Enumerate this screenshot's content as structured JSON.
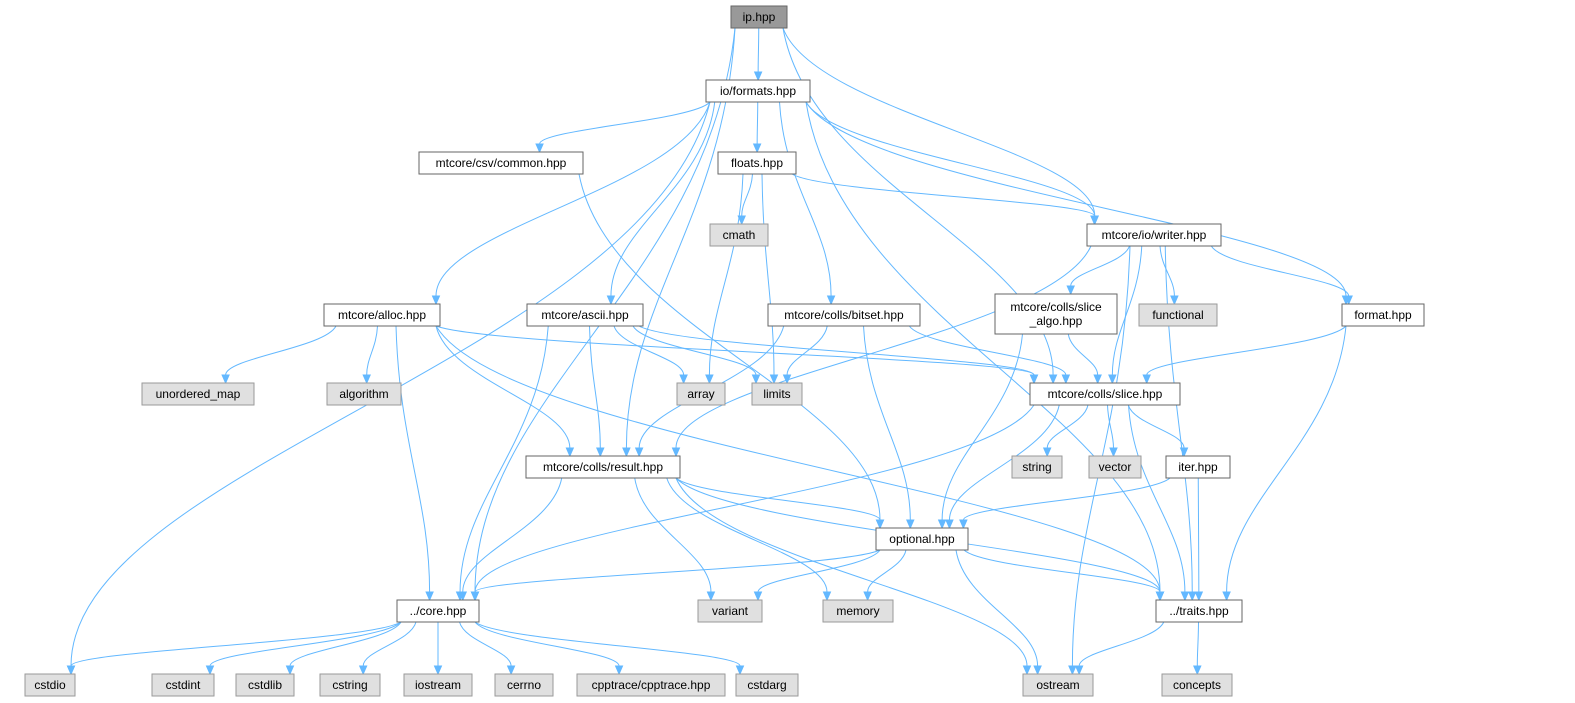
{
  "diagram": {
    "colors": {
      "edge": "#63b8ff",
      "root_fill": "#999999",
      "local_fill": "#ffffff",
      "local_border": "#666666",
      "system_fill": "#e0e0e0",
      "system_border": "#999999",
      "text": "#000000"
    },
    "nodes": [
      {
        "id": "ip",
        "label": "ip.hpp",
        "kind": "root"
      },
      {
        "id": "formats",
        "label": "io/formats.hpp",
        "kind": "local"
      },
      {
        "id": "csvcommon",
        "label": "mtcore/csv/common.hpp",
        "kind": "local"
      },
      {
        "id": "floats",
        "label": "floats.hpp",
        "kind": "local"
      },
      {
        "id": "cmath",
        "label": "cmath",
        "kind": "system"
      },
      {
        "id": "writer",
        "label": "mtcore/io/writer.hpp",
        "kind": "local"
      },
      {
        "id": "alloc",
        "label": "mtcore/alloc.hpp",
        "kind": "local"
      },
      {
        "id": "ascii",
        "label": "mtcore/ascii.hpp",
        "kind": "local"
      },
      {
        "id": "bitset",
        "label": "mtcore/colls/bitset.hpp",
        "kind": "local"
      },
      {
        "id": "slicealgo",
        "label": [
          "mtcore/colls/slice",
          "_algo.hpp"
        ],
        "kind": "local"
      },
      {
        "id": "functional",
        "label": "functional",
        "kind": "system"
      },
      {
        "id": "format",
        "label": "format.hpp",
        "kind": "local"
      },
      {
        "id": "unordered_map",
        "label": "unordered_map",
        "kind": "system"
      },
      {
        "id": "algorithm",
        "label": "algorithm",
        "kind": "system"
      },
      {
        "id": "array",
        "label": "array",
        "kind": "system"
      },
      {
        "id": "limits",
        "label": "limits",
        "kind": "system"
      },
      {
        "id": "slice",
        "label": "mtcore/colls/slice.hpp",
        "kind": "local"
      },
      {
        "id": "result",
        "label": "mtcore/colls/result.hpp",
        "kind": "local"
      },
      {
        "id": "string",
        "label": "string",
        "kind": "system"
      },
      {
        "id": "vector",
        "label": "vector",
        "kind": "system"
      },
      {
        "id": "iter",
        "label": "iter.hpp",
        "kind": "local"
      },
      {
        "id": "optional",
        "label": "optional.hpp",
        "kind": "local"
      },
      {
        "id": "core",
        "label": "../core.hpp",
        "kind": "local"
      },
      {
        "id": "variant",
        "label": "variant",
        "kind": "system"
      },
      {
        "id": "memory",
        "label": "memory",
        "kind": "system"
      },
      {
        "id": "traits",
        "label": "../traits.hpp",
        "kind": "local"
      },
      {
        "id": "cstdio",
        "label": "cstdio",
        "kind": "system"
      },
      {
        "id": "cstdint",
        "label": "cstdint",
        "kind": "system"
      },
      {
        "id": "cstdlib",
        "label": "cstdlib",
        "kind": "system"
      },
      {
        "id": "cstring",
        "label": "cstring",
        "kind": "system"
      },
      {
        "id": "iostream",
        "label": "iostream",
        "kind": "system"
      },
      {
        "id": "cerrno",
        "label": "cerrno",
        "kind": "system"
      },
      {
        "id": "cpptrace",
        "label": "cpptrace/cpptrace.hpp",
        "kind": "system"
      },
      {
        "id": "cstdarg",
        "label": "cstdarg",
        "kind": "system"
      },
      {
        "id": "ostream",
        "label": "ostream",
        "kind": "system"
      },
      {
        "id": "concepts",
        "label": "concepts",
        "kind": "system"
      }
    ],
    "edges": [
      {
        "from": "ip",
        "to": "formats"
      },
      {
        "from": "ip",
        "to": "writer"
      },
      {
        "from": "ip",
        "to": "slice"
      },
      {
        "from": "ip",
        "to": "result"
      },
      {
        "from": "ip",
        "to": "core"
      },
      {
        "from": "formats",
        "to": "csvcommon"
      },
      {
        "from": "formats",
        "to": "floats"
      },
      {
        "from": "formats",
        "to": "writer"
      },
      {
        "from": "formats",
        "to": "alloc"
      },
      {
        "from": "formats",
        "to": "ascii"
      },
      {
        "from": "formats",
        "to": "bitset"
      },
      {
        "from": "formats",
        "to": "format"
      },
      {
        "from": "formats",
        "to": "traits"
      },
      {
        "from": "formats",
        "to": "cstdio"
      },
      {
        "from": "csvcommon",
        "to": "optional"
      },
      {
        "from": "floats",
        "to": "cmath"
      },
      {
        "from": "floats",
        "to": "writer"
      },
      {
        "from": "floats",
        "to": "array"
      },
      {
        "from": "floats",
        "to": "limits"
      },
      {
        "from": "writer",
        "to": "slicealgo"
      },
      {
        "from": "writer",
        "to": "functional"
      },
      {
        "from": "writer",
        "to": "format"
      },
      {
        "from": "writer",
        "to": "slice"
      },
      {
        "from": "writer",
        "to": "result"
      },
      {
        "from": "writer",
        "to": "traits"
      },
      {
        "from": "writer",
        "to": "ostream"
      },
      {
        "from": "alloc",
        "to": "unordered_map"
      },
      {
        "from": "alloc",
        "to": "algorithm"
      },
      {
        "from": "alloc",
        "to": "slice"
      },
      {
        "from": "alloc",
        "to": "result"
      },
      {
        "from": "alloc",
        "to": "core"
      },
      {
        "from": "alloc",
        "to": "traits"
      },
      {
        "from": "ascii",
        "to": "array"
      },
      {
        "from": "ascii",
        "to": "limits"
      },
      {
        "from": "ascii",
        "to": "slice"
      },
      {
        "from": "ascii",
        "to": "result"
      },
      {
        "from": "ascii",
        "to": "core"
      },
      {
        "from": "bitset",
        "to": "limits"
      },
      {
        "from": "bitset",
        "to": "slice"
      },
      {
        "from": "bitset",
        "to": "result"
      },
      {
        "from": "bitset",
        "to": "optional"
      },
      {
        "from": "slicealgo",
        "to": "slice"
      },
      {
        "from": "slicealgo",
        "to": "optional"
      },
      {
        "from": "format",
        "to": "slice"
      },
      {
        "from": "format",
        "to": "traits"
      },
      {
        "from": "slice",
        "to": "string"
      },
      {
        "from": "slice",
        "to": "vector"
      },
      {
        "from": "slice",
        "to": "iter"
      },
      {
        "from": "slice",
        "to": "optional"
      },
      {
        "from": "slice",
        "to": "core"
      },
      {
        "from": "slice",
        "to": "traits"
      },
      {
        "from": "result",
        "to": "optional"
      },
      {
        "from": "result",
        "to": "core"
      },
      {
        "from": "result",
        "to": "variant"
      },
      {
        "from": "result",
        "to": "memory"
      },
      {
        "from": "result",
        "to": "traits"
      },
      {
        "from": "result",
        "to": "ostream"
      },
      {
        "from": "iter",
        "to": "optional"
      },
      {
        "from": "iter",
        "to": "traits"
      },
      {
        "from": "optional",
        "to": "core"
      },
      {
        "from": "optional",
        "to": "variant"
      },
      {
        "from": "optional",
        "to": "memory"
      },
      {
        "from": "optional",
        "to": "traits"
      },
      {
        "from": "optional",
        "to": "ostream"
      },
      {
        "from": "core",
        "to": "cstdio"
      },
      {
        "from": "core",
        "to": "cstdint"
      },
      {
        "from": "core",
        "to": "cstdlib"
      },
      {
        "from": "core",
        "to": "cstring"
      },
      {
        "from": "core",
        "to": "iostream"
      },
      {
        "from": "core",
        "to": "cerrno"
      },
      {
        "from": "core",
        "to": "cpptrace"
      },
      {
        "from": "core",
        "to": "cstdarg"
      },
      {
        "from": "traits",
        "to": "ostream"
      },
      {
        "from": "traits",
        "to": "concepts"
      }
    ]
  }
}
